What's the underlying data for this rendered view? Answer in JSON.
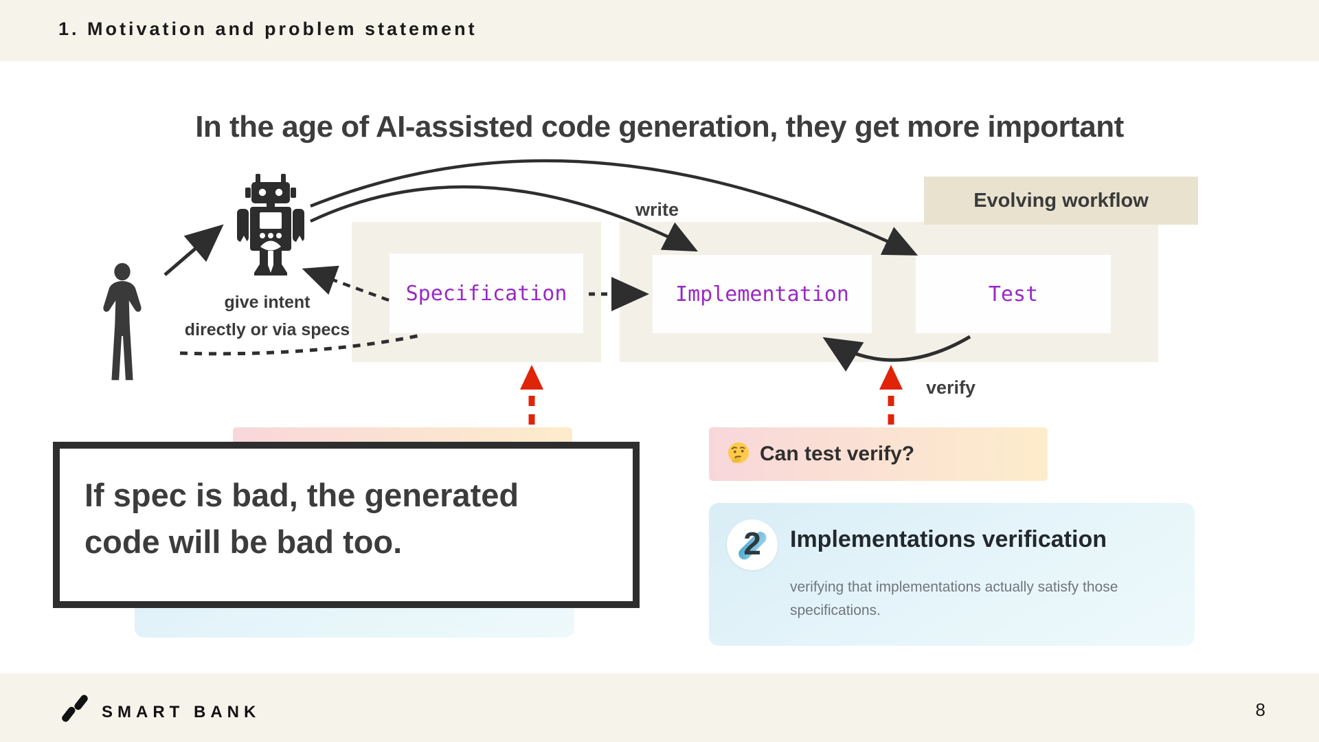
{
  "header": {
    "section": "1. Motivation and problem statement"
  },
  "title": "In the age of AI-assisted code generation, they get more important",
  "badge": "Evolving workflow",
  "diagram": {
    "give_intent": {
      "line1": "give intent",
      "line2": "directly or via specs"
    },
    "write": "write",
    "verify": "verify",
    "nodes": {
      "specification": "Specification",
      "implementation": "Implementation",
      "test": "Test"
    }
  },
  "question": {
    "emoji": "thinking-face",
    "text": "Can test verify?"
  },
  "callout": {
    "line1": "If spec is bad, the generated",
    "line2": "code will be bad too."
  },
  "card": {
    "number": "2",
    "title": "Implementations verification",
    "body_line1": "verifying that implementations actually satisfy those",
    "body_line2": "specifications."
  },
  "footer": {
    "brand": "SMART BANK",
    "page": "8"
  },
  "icons": {
    "ai_actor": "robot-icon",
    "human_actor": "person-icon",
    "question_prefix": "thinking-face-icon",
    "card_badge": "pen-circle-icon",
    "brand_mark": "double-slash-logo-icon"
  },
  "colors": {
    "accent_purple": "#9929c4",
    "alert_red": "#df2409",
    "band_cream": "#f6f3ea",
    "panel_beige": "#f3f0e8",
    "badge_tan": "#e9e2cf",
    "ink": "#2e2e2e",
    "question_gradient": [
      "#f8d7da",
      "#fdeccb"
    ],
    "card_gradient": [
      "#d9edf6",
      "#eef9fb"
    ]
  }
}
